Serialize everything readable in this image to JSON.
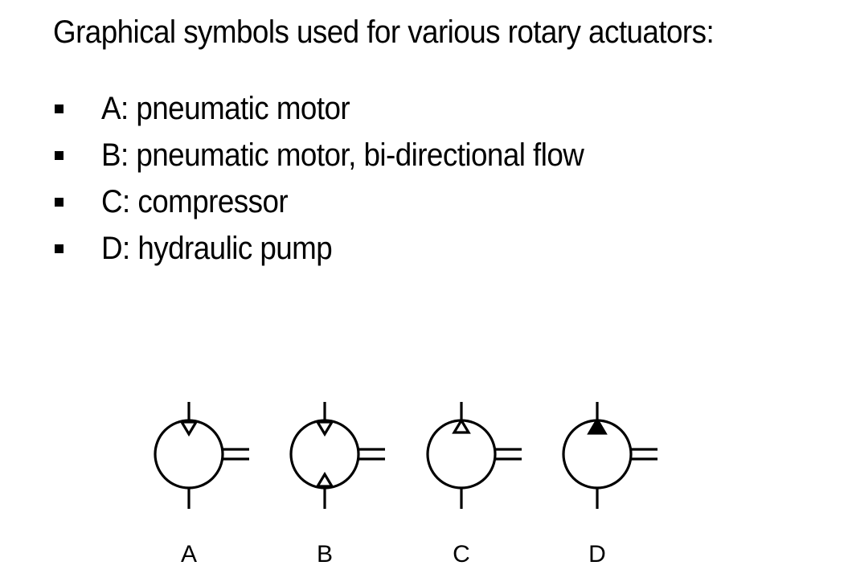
{
  "title": "Graphical symbols used for various rotary actuators:",
  "items": [
    {
      "label": "A: pneumatic motor"
    },
    {
      "label": "B: pneumatic motor, bi-directional flow"
    },
    {
      "label": "C: compressor"
    },
    {
      "label": "D: hydraulic pump"
    }
  ],
  "symbols": [
    {
      "label": "A",
      "function": "motor",
      "flow": "uni-directional",
      "triangle_fill": "hollow"
    },
    {
      "label": "B",
      "function": "motor",
      "flow": "bi-directional",
      "triangle_fill": "hollow"
    },
    {
      "label": "C",
      "function": "compressor",
      "flow": "uni-directional",
      "triangle_fill": "hollow"
    },
    {
      "label": "D",
      "function": "pump",
      "flow": "uni-directional",
      "triangle_fill": "solid"
    }
  ],
  "colors": {
    "ink": "#000000",
    "background": "#ffffff"
  }
}
